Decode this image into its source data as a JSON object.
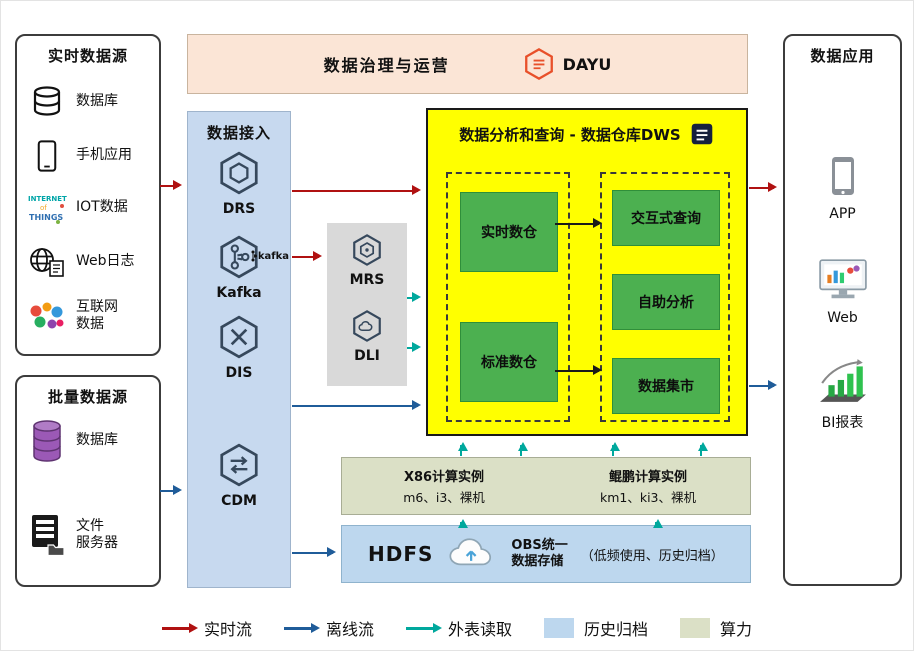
{
  "governance": {
    "title": "数据治理与运营",
    "brand": "DAYU"
  },
  "realtime_sources": {
    "title": "实时数据源",
    "items": [
      {
        "label": "数据库"
      },
      {
        "label": "手机应用"
      },
      {
        "label": "IOT数据"
      },
      {
        "label": "Web日志"
      },
      {
        "label": "互联网",
        "label2": "数据"
      }
    ]
  },
  "batch_sources": {
    "title": "批量数据源",
    "items": [
      {
        "label": "数据库"
      },
      {
        "label": "文件",
        "label2": "服务器"
      }
    ]
  },
  "ingestion": {
    "title": "数据接入",
    "items": [
      {
        "label": "DRS"
      },
      {
        "label": "Kafka",
        "badge": "kafka"
      },
      {
        "label": "DIS"
      },
      {
        "label": "CDM"
      }
    ]
  },
  "processing": {
    "items": [
      {
        "label": "MRS"
      },
      {
        "label": "DLI"
      }
    ]
  },
  "dws": {
    "title": "数据分析和查询 - 数据仓库DWS",
    "warehouses": [
      {
        "label": "实时数仓"
      },
      {
        "label": "标准数仓"
      }
    ],
    "services": [
      {
        "label": "交互式查询"
      },
      {
        "label": "自助分析"
      },
      {
        "label": "数据集市"
      }
    ]
  },
  "compute": {
    "x86": {
      "title": "X86计算实例",
      "subtitle": "m6、i3、裸机"
    },
    "kunpeng": {
      "title": "鲲鹏计算实例",
      "subtitle": "km1、ki3、裸机"
    }
  },
  "storage": {
    "hdfs": "HDFS",
    "obs_line1": "OBS统一",
    "obs_line2": "数据存储",
    "note": "（低频使用、历史归档）"
  },
  "applications": {
    "title": "数据应用",
    "items": [
      {
        "label": "APP"
      },
      {
        "label": "Web"
      },
      {
        "label": "BI报表"
      }
    ]
  },
  "legend": {
    "realtime": "实时流",
    "offline": "离线流",
    "external": "外表读取",
    "archive": "历史归档",
    "compute": "算力"
  },
  "colors": {
    "realtime_flow": "#b01111",
    "offline_flow": "#1f5c99",
    "external_read": "#00a89d",
    "archive_fill": "#bdd7ee",
    "compute_fill": "#dbe0c6",
    "dws_fill": "#ffff00",
    "ingestion_fill": "#c7d9ef",
    "green_box": "#4cb050",
    "banner_fill": "#fbe5d6"
  }
}
